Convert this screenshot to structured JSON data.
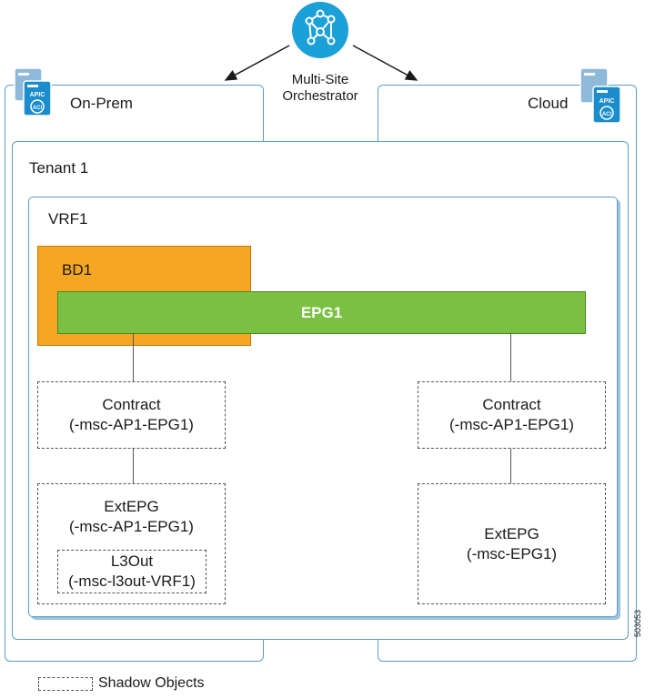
{
  "orchestrator": {
    "label_line1": "Multi-Site",
    "label_line2": "Orchestrator",
    "icon": "msc-network-icon"
  },
  "sites": {
    "onprem": {
      "label": "On-Prem",
      "icon": "apic-controller-icon"
    },
    "cloud": {
      "label": "Cloud",
      "icon": "apic-controller-icon"
    }
  },
  "apic_icon_text": {
    "top": "APIC",
    "bottom": "ACI"
  },
  "tenant": {
    "label": "Tenant 1"
  },
  "vrf": {
    "label": "VRF1"
  },
  "bd": {
    "label": "BD1"
  },
  "epg": {
    "label": "EPG1"
  },
  "onprem_objects": {
    "contract": {
      "line1": "Contract",
      "line2": "(-msc-AP1-EPG1)"
    },
    "extepg": {
      "line1": "ExtEPG",
      "line2": "(-msc-AP1-EPG1)"
    },
    "l3out": {
      "line1": "L3Out",
      "line2": "(-msc-l3out-VRF1)"
    }
  },
  "cloud_objects": {
    "contract": {
      "line1": "Contract",
      "line2": "(-msc-AP1-EPG1)"
    },
    "extepg": {
      "line1": "ExtEPG",
      "line2": "(-msc-EPG1)"
    }
  },
  "legend": {
    "label": "Shadow Objects"
  },
  "figure_id": "503053",
  "colors": {
    "frame": "#5a9ec9",
    "bd": "#f5a623",
    "epg": "#7ac143",
    "icon": "#1ba0d7"
  }
}
